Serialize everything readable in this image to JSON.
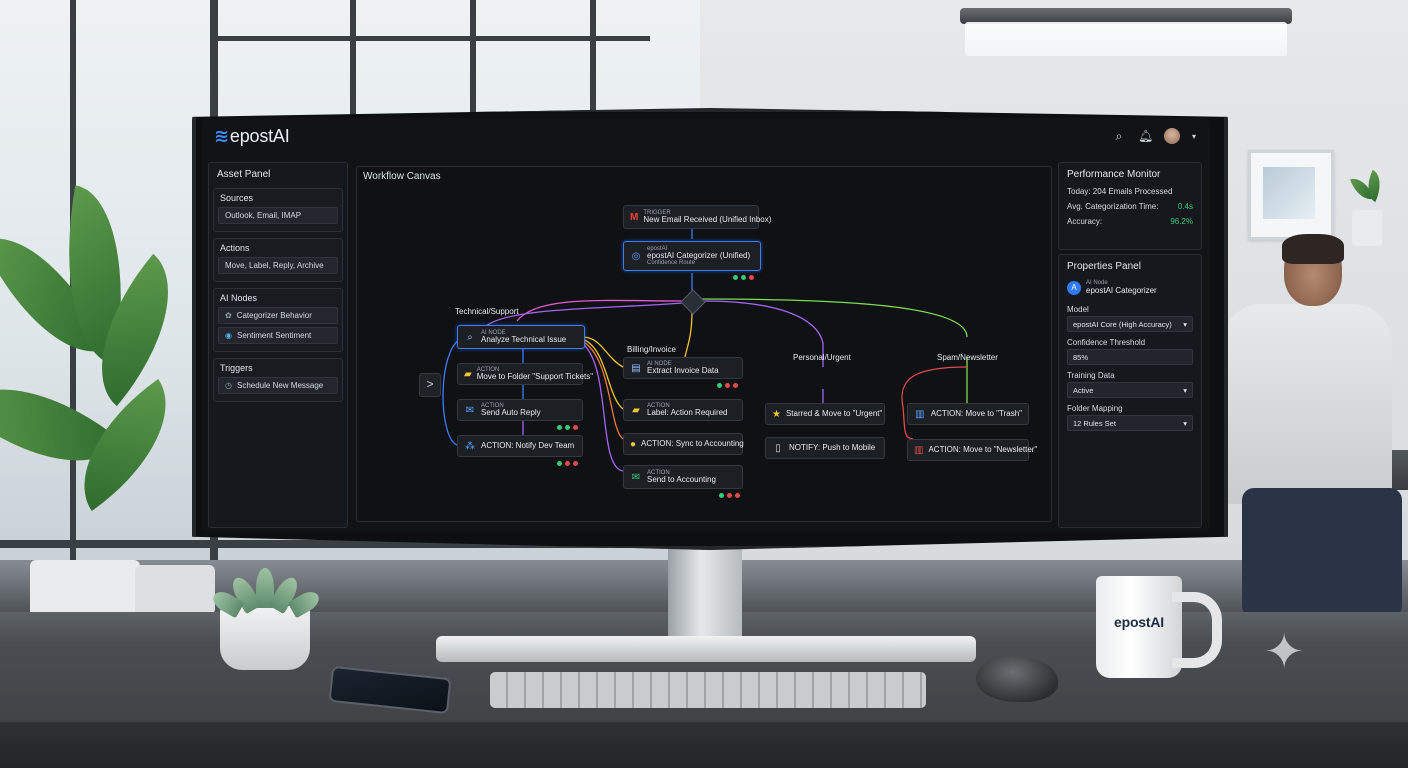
{
  "app": {
    "logo": "epostAI",
    "mug_logo": "epostAI"
  },
  "asset_panel": {
    "title": "Asset Panel",
    "groups": [
      {
        "title": "Sources",
        "items": [
          {
            "label": "Outlook, Email, IMAP",
            "icon": "none"
          }
        ]
      },
      {
        "title": "Actions",
        "items": [
          {
            "label": "Move, Label, Reply, Archive",
            "icon": "none"
          }
        ]
      },
      {
        "title": "AI Nodes",
        "items": [
          {
            "label": "Categorizer Behavior",
            "icon": "brain-icon"
          },
          {
            "label": "Sentiment Sentiment",
            "icon": "gauge-icon"
          }
        ]
      },
      {
        "title": "Triggers",
        "items": [
          {
            "label": "Schedule New Message",
            "icon": "clock-icon"
          }
        ]
      }
    ]
  },
  "canvas": {
    "title": "Workflow Canvas",
    "nodes": [
      {
        "id": "trigger",
        "small": "TRIGGER",
        "label": "New Email Received (Unified Inbox)",
        "icon": "gmail-icon"
      },
      {
        "id": "categorizer",
        "small": "epostAI",
        "label": "epostAI Categorizer (Unified)",
        "sub": "Confidence Route",
        "icon": "ai-icon"
      },
      {
        "id": "analyze",
        "small": "AI NODE",
        "label": "Analyze Technical Issue",
        "icon": "search-icon"
      },
      {
        "id": "move-support",
        "small": "ACTION",
        "label": "Move to Folder \"Support Tickets\"",
        "icon": "folder-icon"
      },
      {
        "id": "send-reply",
        "small": "ACTION",
        "label": "Send Auto Reply",
        "icon": "mail-icon"
      },
      {
        "id": "notify-team",
        "small": "",
        "label": "ACTION: Notify Dev Team",
        "icon": "slack-icon"
      },
      {
        "id": "extract-invoice",
        "small": "AI NODE",
        "label": "Extract Invoice Data",
        "icon": "doc-icon"
      },
      {
        "id": "label-action",
        "small": "ACTION",
        "label": "Label: Action Required",
        "icon": "folder-icon"
      },
      {
        "id": "sync-accounting",
        "small": "",
        "label": "ACTION: Sync to Accounting",
        "icon": "coin-icon"
      },
      {
        "id": "send-accounting",
        "small": "ACTION",
        "label": "Send to Accounting",
        "icon": "envelope-icon"
      },
      {
        "id": "star-urgent",
        "small": "",
        "label": "Starred & Move to \"Urgent\"",
        "icon": "star-icon"
      },
      {
        "id": "push-mobile",
        "small": "",
        "label": "NOTIFY: Push to Mobile",
        "icon": "phone-icon"
      },
      {
        "id": "move-trash",
        "small": "",
        "label": "ACTION: Move to \"Trash\"",
        "icon": "trash-icon"
      },
      {
        "id": "move-newsletter",
        "small": "",
        "label": "ACTION: Move to \"Newsletter\"",
        "icon": "trash-icon"
      }
    ],
    "branches": [
      "Technical/Support",
      "Billing/Invoice",
      "Personal/Urgent",
      "Spam/Newsletter"
    ],
    "collapse_label": ">"
  },
  "performance": {
    "title": "Performance Monitor",
    "rows": [
      {
        "label": "Today: 204 Emails Processed",
        "value": ""
      },
      {
        "label": "Avg. Categorization Time:",
        "value": "0.4s"
      },
      {
        "label": "Accuracy:",
        "value": "96.2%"
      }
    ]
  },
  "properties": {
    "title": "Properties Panel",
    "node_small": "AI Node",
    "node_name": "epostAI Categorizer",
    "fields": [
      {
        "label": "Model",
        "value": "epostAI Core (High Accuracy)",
        "dropdown": true
      },
      {
        "label": "Confidence Threshold",
        "value": "85%",
        "dropdown": false
      },
      {
        "label": "Training Data",
        "value": "Active",
        "dropdown": true
      },
      {
        "label": "Folder Mapping",
        "value": "12 Rules Set",
        "dropdown": true
      }
    ]
  },
  "colors": {
    "accent": "#3d7bff",
    "green": "#37c978",
    "pink": "#e25bd1",
    "yellow": "#f0c531",
    "orange": "#ef7a3a",
    "purple": "#a565f0",
    "lime": "#7fdc55",
    "red": "#e24b4b"
  }
}
